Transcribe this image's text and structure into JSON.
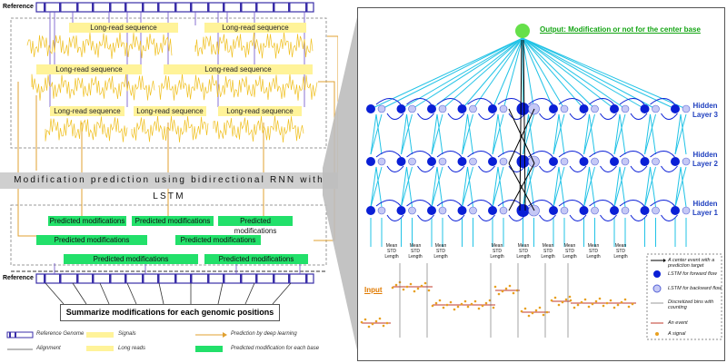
{
  "left": {
    "reference_label": "Reference",
    "long_read_label": "Long-read sequence",
    "banner": "Modification prediction using bidirectional RNN with LSTM",
    "predicted_label": "Predicted modifications",
    "summary": "Summarize modifications for each genomic positions"
  },
  "legend": {
    "reference_genome": "Reference Genome",
    "alignment": "Alignment",
    "signals": "Signals",
    "long_reads": "Long reads",
    "prediction": "Prediction by deep learning",
    "predicted_mod": "Predicted modification for each base"
  },
  "right": {
    "output": "Output: Modification or not for the center base",
    "hidden_layers": [
      "Hidden Layer 3",
      "Hidden Layer 2",
      "Hidden Layer 1"
    ],
    "input_label": "Input",
    "stat_top": [
      "Mean",
      "STD",
      "Length"
    ],
    "stat_second": [
      "Mean",
      "STD",
      "Length"
    ],
    "legend": {
      "center_event": "A center event with a prediction target",
      "forward": "LSTM for forward flow",
      "backward": "LSTM for backward flow",
      "bins": "Discretized bins with counting",
      "event": "An event",
      "signal": "A signal"
    },
    "colors": {
      "forward": "#0a1fd6",
      "arrows": "#22c3e6",
      "output": "#66e04a",
      "signal": "#e8a020",
      "event": "#c0392b"
    }
  }
}
